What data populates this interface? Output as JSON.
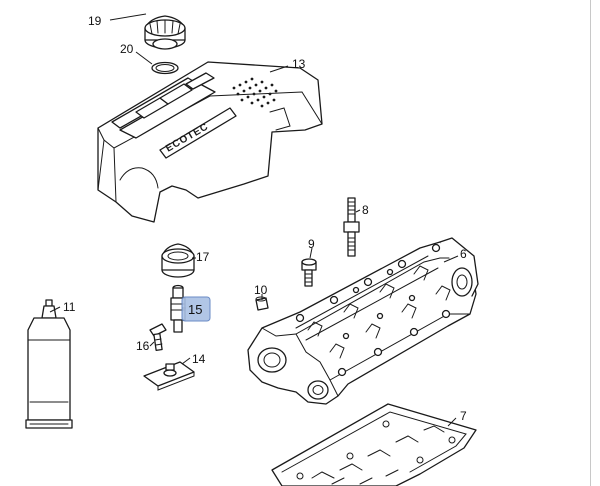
{
  "diagram": {
    "brand_text": "ECOTEC",
    "highlight_color": "#a9c0e4",
    "highlighted_part": "15",
    "callouts": {
      "c19": "19",
      "c20": "20",
      "c13": "13",
      "c8": "8",
      "c9": "9",
      "c6": "6",
      "c17": "17",
      "c10": "10",
      "c11": "11",
      "c15": "15",
      "c16": "16",
      "c14": "14",
      "c7": "7"
    }
  }
}
